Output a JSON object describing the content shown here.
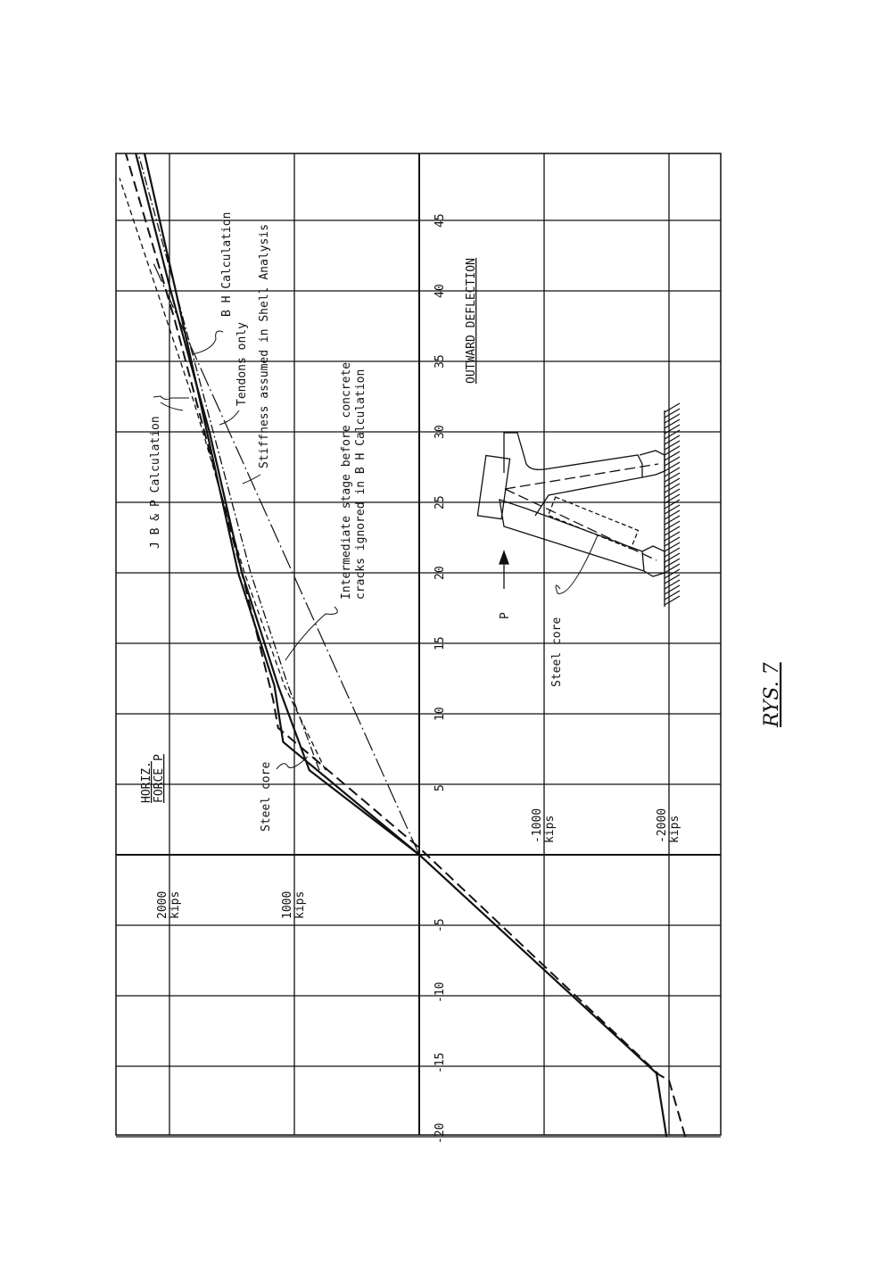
{
  "chart_data": {
    "type": "line",
    "orientation": "rotated 90 degrees counter-clockwise",
    "title": "",
    "xlabel": "OUTWARD DEFLECTION",
    "ylabel": "HORIZ. FORCE P",
    "xlim": [
      -20,
      50
    ],
    "ylim": [
      -2200,
      2400
    ],
    "grid": true,
    "x_ticks": [
      "-20",
      "-15",
      "-10",
      "-5",
      "5",
      "10",
      "15",
      "20",
      "25",
      "30",
      "35",
      "40",
      "45"
    ],
    "x_tick_values": [
      -20,
      -15,
      -10,
      -5,
      5,
      10,
      15,
      20,
      25,
      30,
      35,
      40,
      45
    ],
    "y_ticks": [
      {
        "value": 2000,
        "label": "2000",
        "unit": "kips"
      },
      {
        "value": 1000,
        "label": "1000",
        "unit": "kips"
      },
      {
        "value": -1000,
        "label": "-1000",
        "unit": "kips"
      },
      {
        "value": -2000,
        "label": "-2000",
        "unit": "kips"
      }
    ],
    "ylabel_lines": [
      "HORIZ.",
      "FORCE P"
    ],
    "series": [
      {
        "name": "B H Calculation",
        "style": "solid",
        "points": [
          [
            -20,
            -1980
          ],
          [
            -15.5,
            -1900
          ],
          [
            0,
            0
          ],
          [
            8,
            1090
          ],
          [
            12,
            1160
          ],
          [
            20,
            1450
          ],
          [
            30,
            1700
          ],
          [
            40,
            1950
          ],
          [
            50,
            2200
          ]
        ]
      },
      {
        "name": "Steel core (B H)",
        "style": "solid",
        "points": [
          [
            0,
            0
          ],
          [
            6,
            880
          ],
          [
            12,
            1130
          ],
          [
            20,
            1420
          ],
          [
            30,
            1680
          ],
          [
            40,
            1990
          ],
          [
            50,
            2270
          ]
        ]
      },
      {
        "name": "J B & P Calculation",
        "style": "dashed",
        "points": [
          [
            -20,
            -2130
          ],
          [
            -16,
            -2000
          ],
          [
            -15.6,
            -1920
          ],
          [
            0.5,
            0
          ],
          [
            9,
            1130
          ],
          [
            11,
            1170
          ],
          [
            20,
            1420
          ],
          [
            30,
            1720
          ],
          [
            38,
            1960
          ],
          [
            50,
            2350
          ]
        ]
      },
      {
        "name": "Intermediate stage before concrete cracks ignored in B H Calculation",
        "style": "short-dash",
        "points": [
          [
            6,
            750
          ],
          [
            12,
            1080
          ],
          [
            20,
            1400
          ],
          [
            32,
            1800
          ],
          [
            40,
            2100
          ],
          [
            48,
            2400
          ]
        ]
      },
      {
        "name": "Tendons only",
        "style": "dash-dot",
        "points": [
          [
            6,
            800
          ],
          [
            12,
            1050
          ],
          [
            20,
            1350
          ],
          [
            30,
            1650
          ],
          [
            40,
            1950
          ],
          [
            50,
            2250
          ]
        ]
      },
      {
        "name": "Stiffness assumed in Shell Analysis",
        "style": "long-dash-dot",
        "points": [
          [
            0,
            0
          ],
          [
            42,
            2130
          ]
        ]
      }
    ],
    "annotations": {
      "jbp": "J B & P Calculation",
      "bh": "B H Calculation",
      "tendons": "Tendons only",
      "stiffness": "Stiffness assumed in Shell Analysis",
      "intermediate_1": "Intermediate stage before concrete",
      "intermediate_2": "cracks ignored in B H Calculation",
      "steel_core_curve": "Steel core",
      "steel_core_sketch": "Steel core",
      "force_p": "P"
    }
  },
  "figure_caption": "RYS. 7"
}
